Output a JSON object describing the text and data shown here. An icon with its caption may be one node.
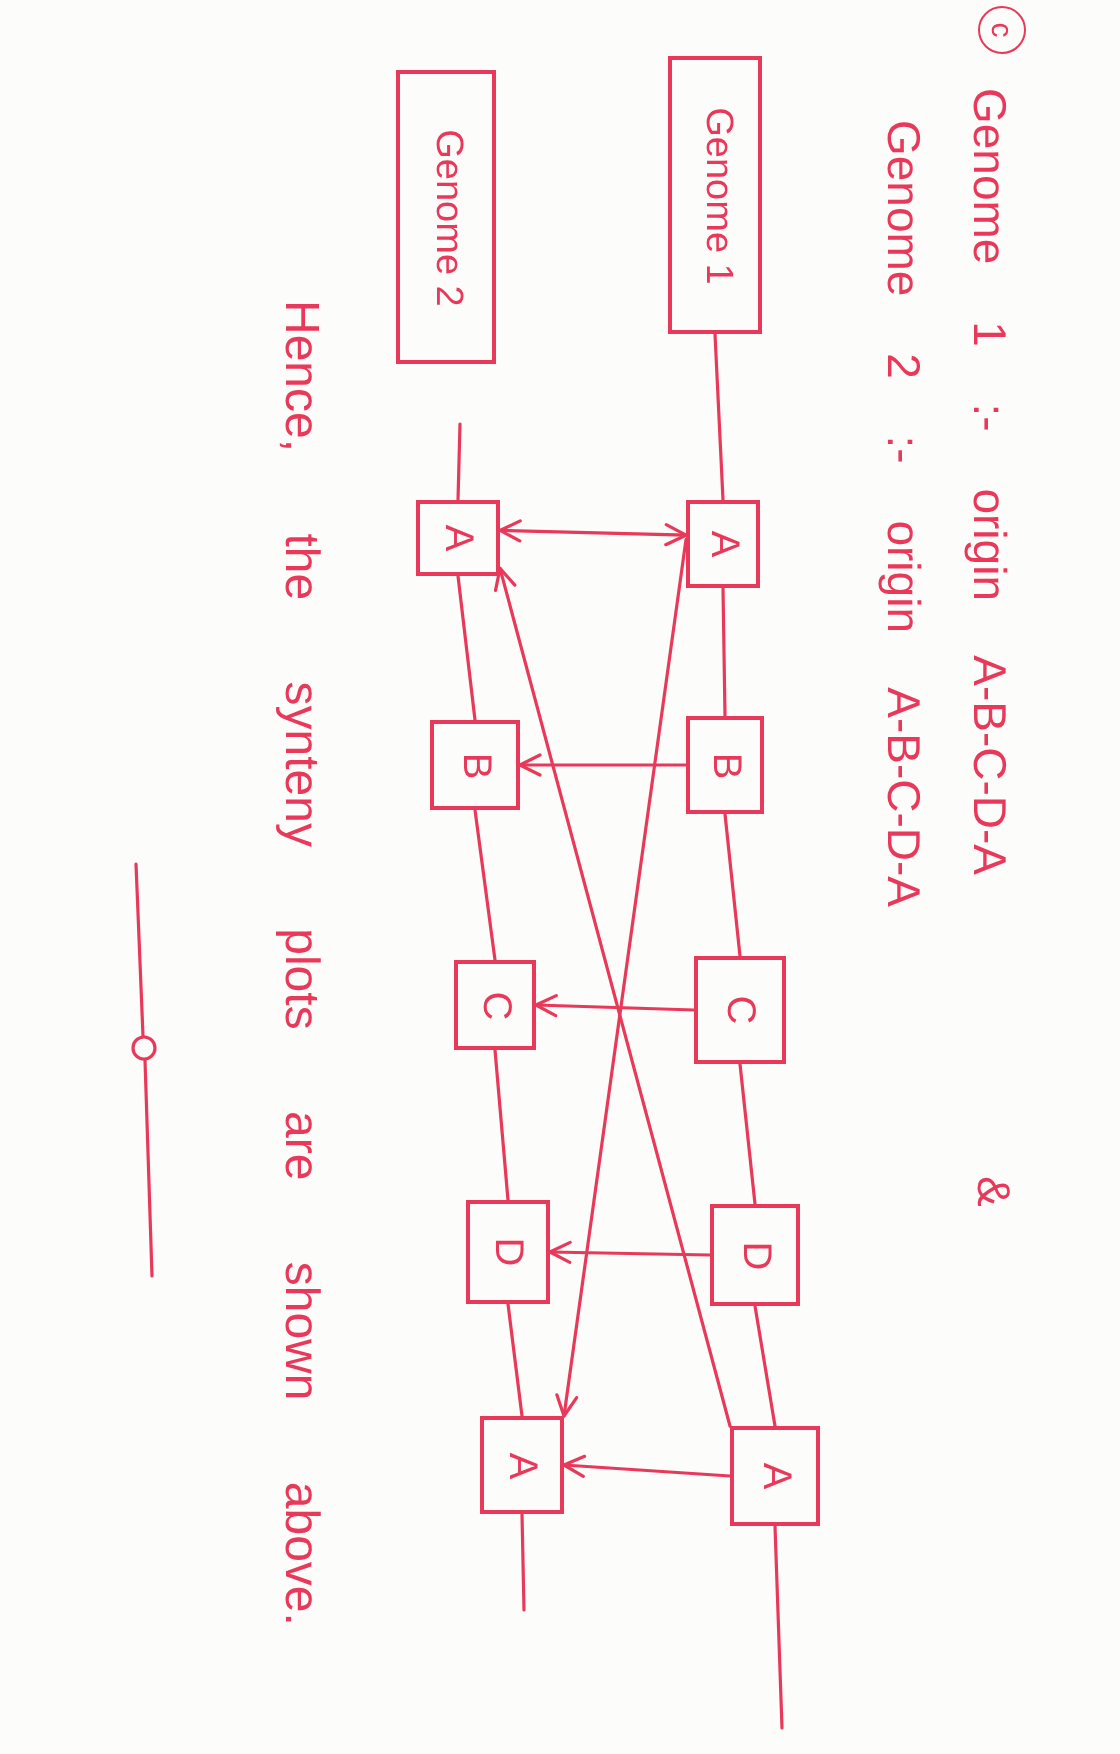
{
  "diagram": {
    "nodes": [
      {
        "text": [
          "Genome 1"
        ]
      },
      {
        "text": [
          "A"
        ]
      },
      {
        "text": [
          "B"
        ]
      },
      {
        "text": [
          "C"
        ]
      },
      {
        "text": [
          "D"
        ]
      },
      {
        "text": [
          "A"
        ]
      },
      {
        "text": [
          "Genome 2"
        ]
      },
      {
        "text": [
          "A"
        ]
      },
      {
        "text": [
          "B"
        ]
      },
      {
        "text": [
          "C"
        ]
      },
      {
        "text": [
          "D"
        ]
      },
      {
        "text": [
          "A"
        ]
      }
    ],
    "edges": [
      {
        "from": 0,
        "to": 1,
        "arrow": "none"
      },
      {
        "from": 1,
        "to": 2,
        "arrow": "none"
      },
      {
        "from": 2,
        "to": 3,
        "arrow": "none"
      },
      {
        "from": 3,
        "to": 4,
        "arrow": "none"
      },
      {
        "from": 4,
        "to": 5,
        "arrow": "none"
      },
      {
        "from": 5,
        "to": null,
        "arrow": "none"
      },
      {
        "from": null,
        "to": 7,
        "arrow": "none"
      },
      {
        "from": 7,
        "to": 8,
        "arrow": "none"
      },
      {
        "from": 8,
        "to": 9,
        "arrow": "none"
      },
      {
        "from": 9,
        "to": 10,
        "arrow": "none"
      },
      {
        "from": 10,
        "to": 11,
        "arrow": "none"
      },
      {
        "from": 11,
        "to": null,
        "arrow": "none"
      },
      {
        "from": 1,
        "to": 7,
        "arrow": "both"
      },
      {
        "from": 2,
        "to": 8,
        "arrow": "to"
      },
      {
        "from": 3,
        "to": 9,
        "arrow": "to"
      },
      {
        "from": 4,
        "to": 10,
        "arrow": "to"
      },
      {
        "from": 5,
        "to": 11,
        "arrow": "to"
      },
      {
        "from": 1,
        "to": 11,
        "arrow": "to"
      },
      {
        "from": 5,
        "to": 7,
        "arrow": "to"
      }
    ],
    "labels": [
      "c",
      "Genome 1 :- origin A-B-C-D-A",
      "&",
      "Genome 2 :- origin A-B-C-D-A",
      "Hence, the synteny plots are shown above."
    ]
  }
}
